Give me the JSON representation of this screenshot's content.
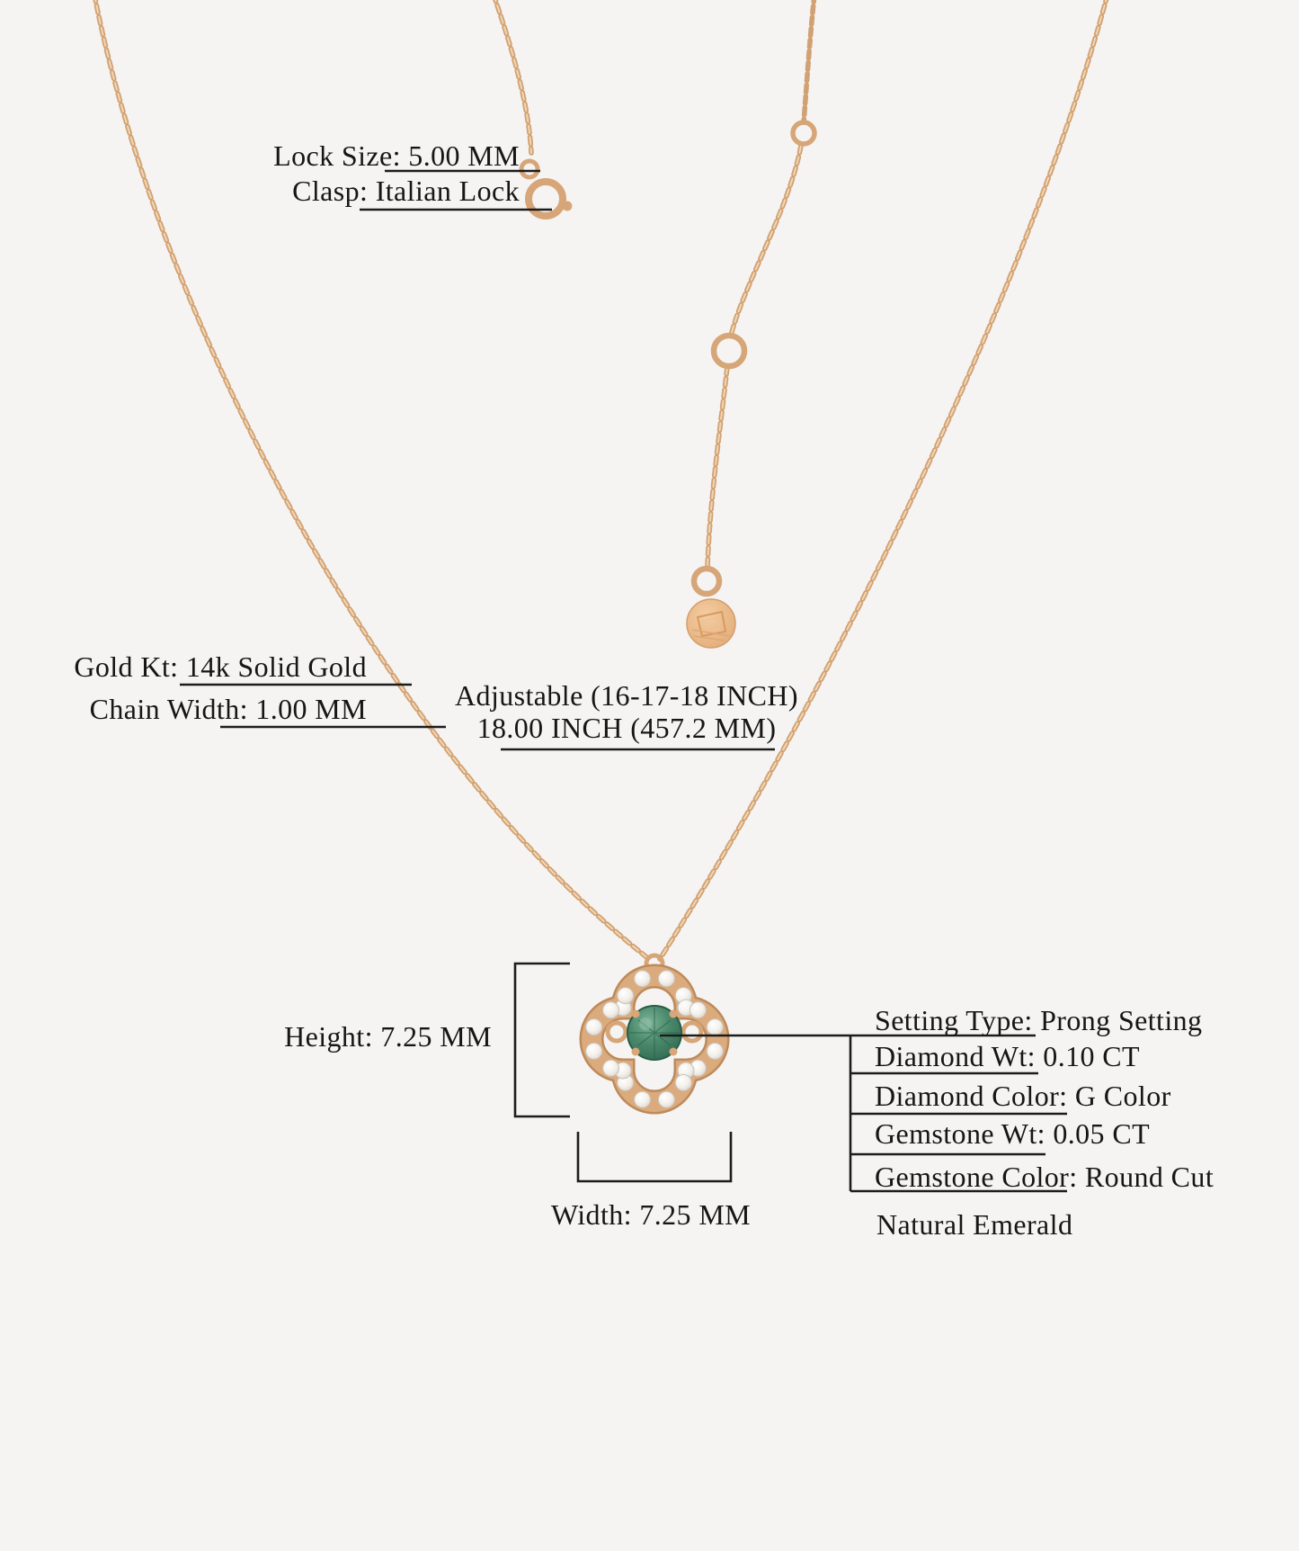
{
  "product_diagram": {
    "labels": {
      "lock_size": "Lock Size: 5.00 MM",
      "clasp": "Clasp: Italian Lock",
      "gold_karat": "Gold Kt: 14k Solid Gold",
      "chain_width": "Chain Width: 1.00 MM",
      "adjustable": "Adjustable (16-17-18 INCH)",
      "chain_length": "18.00 INCH (457.2 MM)",
      "pendant_height": "Height: 7.25 MM",
      "pendant_width": "Width: 7.25 MM",
      "setting_type": "Setting Type: Prong Setting",
      "diamond_weight": "Diamond Wt: 0.10 CT",
      "diamond_color": "Diamond Color: G Color",
      "gemstone_weight": "Gemstone Wt: 0.05 CT",
      "gemstone_color": "Gemstone Color: Round Cut",
      "gemstone_type": "Natural Emerald"
    },
    "colors": {
      "background": "#f5f4f2",
      "gold": "#d7a678",
      "gold_dark": "#bc8a5c",
      "gold_light": "#f0d6b3",
      "emerald": "#3f7a60",
      "diamond": "#fbfaf7",
      "annotation_line": "#1c1c1c",
      "text": "#161616"
    }
  }
}
